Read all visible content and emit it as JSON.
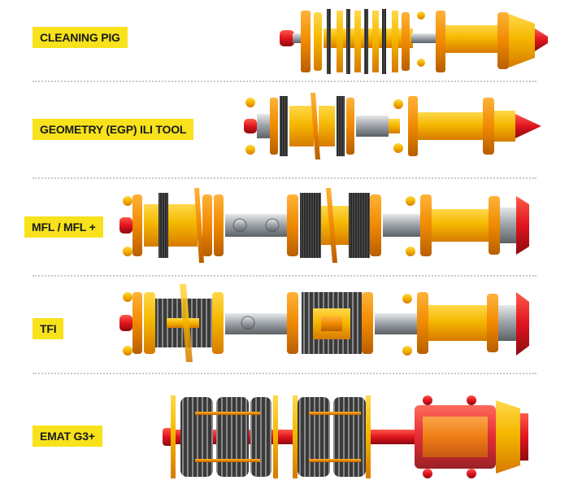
{
  "tools": [
    {
      "label": "CLEANING PIG"
    },
    {
      "label": "GEOMETRY (EGP) ILI TOOL"
    },
    {
      "label": "MFL / MFL +"
    },
    {
      "label": "TFI"
    },
    {
      "label": "EMAT G3+"
    }
  ],
  "colors": {
    "label_bg": "#f7e21b",
    "body_yellow": "#f5b800",
    "body_orange": "#f08a00",
    "nose_red": "#e0141e",
    "brush_dark": "#2a2a2a",
    "steel": "#9aa0a6"
  },
  "icons": [
    "cleaning-pig-icon",
    "geometry-tool-icon",
    "mfl-tool-icon",
    "tfi-tool-icon",
    "emat-tool-icon"
  ]
}
